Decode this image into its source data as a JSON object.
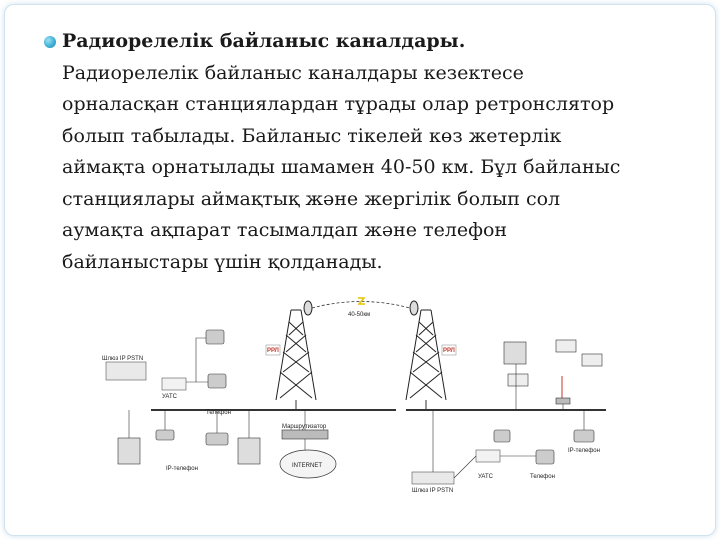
{
  "slide": {
    "heading": "Радиорелелік байланыс каналдары.",
    "lines": [
      "Радиорелелік  байланыс каналдары кезектесе",
      "орналасқан станциялардан тұрады олар ретронслятор",
      "болып табылады. Байланыс тікелей көз жетерлік",
      "аймақта орнатылады шамамен 40-50 км. Бұл байланыс",
      "станциялары аймақтық және жергілік болып сол",
      "аумақта ақпарат тасымалдап және телефон",
      "байланыстары үшін қолданады."
    ]
  },
  "diagram": {
    "distance_label": "40-50км",
    "rrl_left": "РРЛ",
    "rrl_right": "РРЛ",
    "gateway_left": "Шлюз IP PSTN",
    "gateway_right": "Шлюз IP PSTN",
    "uats_left": "УАТС",
    "uats_right": "УАТС",
    "phone_left": "Телефон",
    "phone_right": "Телефон",
    "ip_phone_left": "IP-телефон",
    "ip_phone_right": "IP-телефон",
    "router": "Маршрутизатор",
    "internet": "INTERNET"
  }
}
